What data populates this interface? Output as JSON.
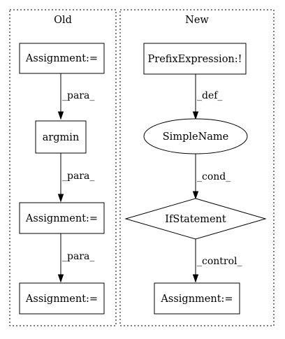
{
  "clusters": {
    "old": {
      "label": "Old"
    },
    "new": {
      "label": "New"
    }
  },
  "nodes": {
    "old_assign_1": {
      "label": "Assignment:="
    },
    "old_argmin": {
      "label": "argmin"
    },
    "old_assign_2": {
      "label": "Assignment:="
    },
    "old_assign_3": {
      "label": "Assignment:="
    },
    "new_prefix": {
      "label": "PrefixExpression:!"
    },
    "new_simplename": {
      "label": "SimpleName"
    },
    "new_ifstatement": {
      "label": "IfStatement"
    },
    "new_assign": {
      "label": "Assignment:="
    }
  },
  "edges": {
    "old_e1": {
      "label": "_para_"
    },
    "old_e2": {
      "label": "_para_"
    },
    "old_e3": {
      "label": "_para_"
    },
    "new_e1": {
      "label": "_def_"
    },
    "new_e2": {
      "label": "_cond_"
    },
    "new_e3": {
      "label": "_control_"
    }
  }
}
